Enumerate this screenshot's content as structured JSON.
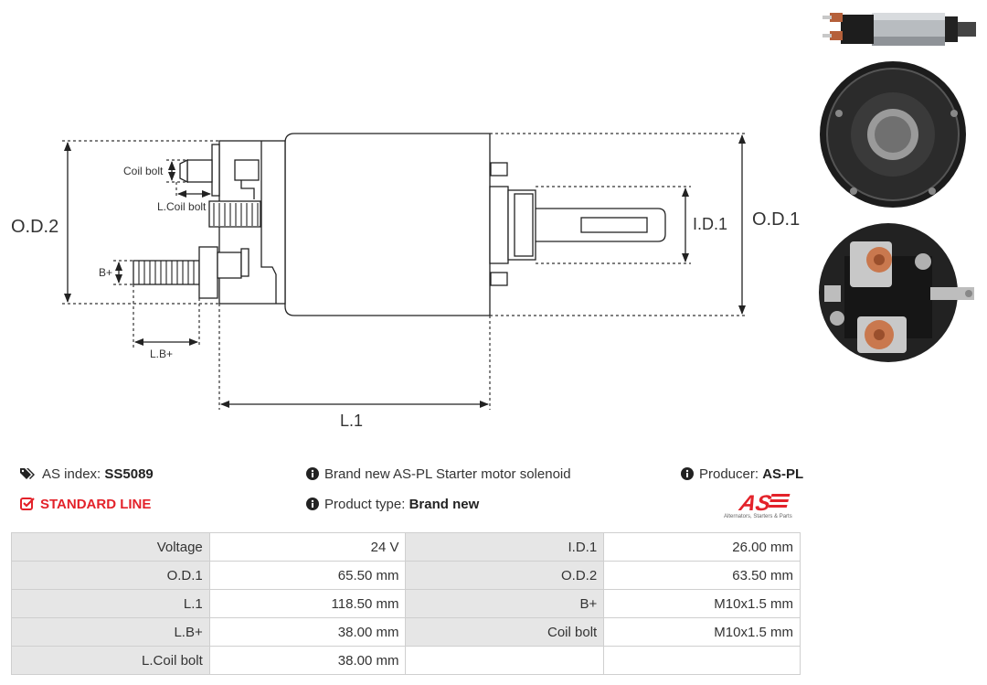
{
  "diagram": {
    "labels": {
      "od2": "O.D.2",
      "od1": "O.D.1",
      "id1": "I.D.1",
      "l1": "L.1",
      "coil_bolt": "Coil bolt",
      "l_coil_bolt": "L.Coil bolt",
      "bplus": "B+",
      "lbplus": "L.B+"
    }
  },
  "info": {
    "as_index_label": "AS index:",
    "as_index_value": "SS5089",
    "standard_line": "STANDARD LINE",
    "description": "Brand new AS-PL Starter motor solenoid",
    "product_type_label": "Product type:",
    "product_type_value": "Brand new",
    "producer_label": "Producer:",
    "producer_value": "AS-PL",
    "logo_text": "AS",
    "logo_tagline": "Alternators, Starters & Parts"
  },
  "colors": {
    "accent_red": "#e3222a",
    "label_cell": "#e6e6e6",
    "border": "#cfcfcf"
  },
  "specs": [
    [
      {
        "label": "Voltage",
        "value": "24 V"
      },
      {
        "label": "I.D.1",
        "value": "26.00 mm"
      }
    ],
    [
      {
        "label": "O.D.1",
        "value": "65.50 mm"
      },
      {
        "label": "O.D.2",
        "value": "63.50 mm"
      }
    ],
    [
      {
        "label": "L.1",
        "value": "118.50 mm"
      },
      {
        "label": "B+",
        "value": "M10x1.5 mm"
      }
    ],
    [
      {
        "label": "L.B+",
        "value": "38.00 mm"
      },
      {
        "label": "Coil bolt",
        "value": "M10x1.5 mm"
      }
    ],
    [
      {
        "label": "L.Coil bolt",
        "value": "38.00 mm"
      },
      {
        "label": "",
        "value": ""
      }
    ]
  ]
}
